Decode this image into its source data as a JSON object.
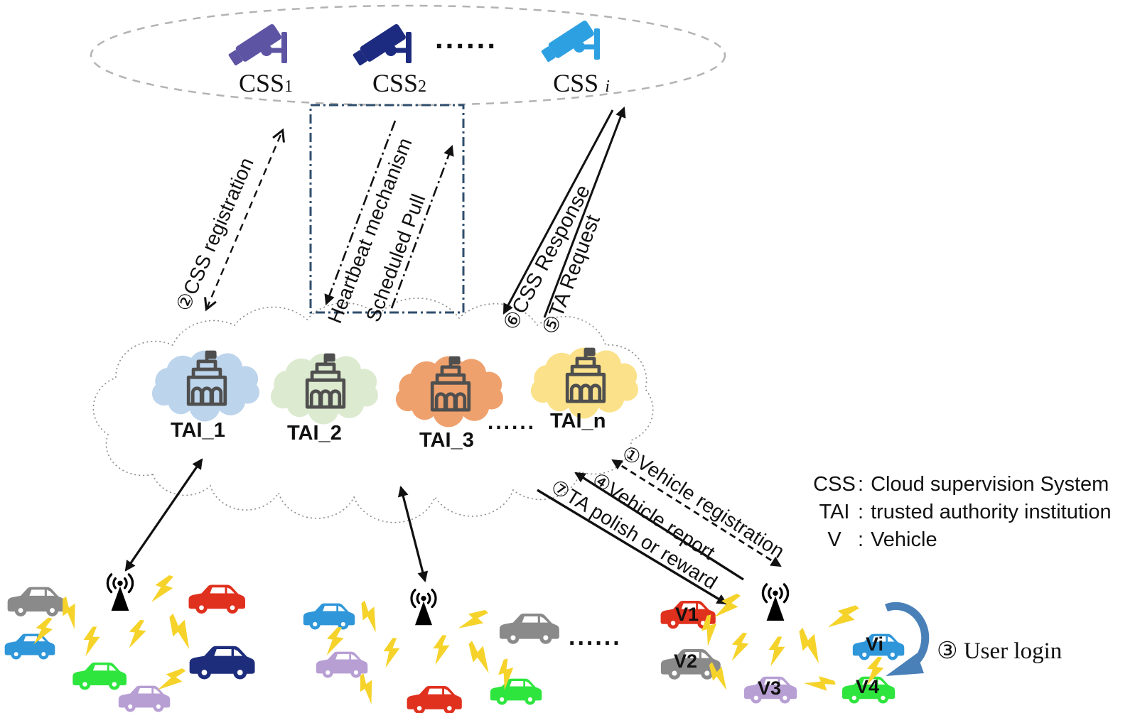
{
  "palette": {
    "camera_purple": "#5e54a4",
    "camera_navy": "#1c2b7f",
    "camera_blue": "#2da0e2",
    "tai_cloud_blue": "#bcd4ec",
    "tai_cloud_green": "#dcead0",
    "tai_cloud_orange": "#efa16d",
    "tai_cloud_yellow": "#fbe28a",
    "car_gray": "#8a8a8a",
    "car_red": "#e0301e",
    "car_blue": "#2e96d9",
    "car_green": "#2ee53e",
    "car_navy": "#1d2d7c",
    "car_purple": "#b79fd4",
    "lightning": "#f5d32b",
    "box_stroke": "#2f4e6d",
    "user_login_arrow": "#4a80b8"
  },
  "top_cloud": {
    "nodes": [
      {
        "name": "CSS",
        "sub": "1"
      },
      {
        "name": "CSS",
        "sub": "2"
      },
      {
        "name": "CSS",
        "sub": "i"
      }
    ],
    "dots": "......"
  },
  "middle_cloud": {
    "nodes": [
      {
        "label": "TAI_1"
      },
      {
        "label": "TAI_2"
      },
      {
        "label": "TAI_3"
      },
      {
        "label": "TAI_n"
      }
    ],
    "dots": "......"
  },
  "arrows": {
    "css_registration": "②CSS registration",
    "heartbeat": "Heartbeat mechanism",
    "scheduled_pull": "Scheduled Pull",
    "css_response": "⑥CSS Response",
    "ta_request": "⑤TA Request",
    "vehicle_registration": "①Vehicle registration",
    "vehicle_report": "④Vehicle report",
    "ta_polish": "⑦TA polish or reward",
    "user_login": "③ User login"
  },
  "vehicles": {
    "labels": [
      "V1",
      "V2",
      "V3",
      "V4",
      "Vi"
    ],
    "dots": "......"
  },
  "legend": {
    "items": [
      {
        "term": "CSS",
        "sep": ":",
        "desc": "Cloud supervision System"
      },
      {
        "term": "TAI",
        "sep": ":",
        "desc": "trusted authority institution"
      },
      {
        "term": "V",
        "sep": ":",
        "desc": "Vehicle"
      }
    ]
  }
}
